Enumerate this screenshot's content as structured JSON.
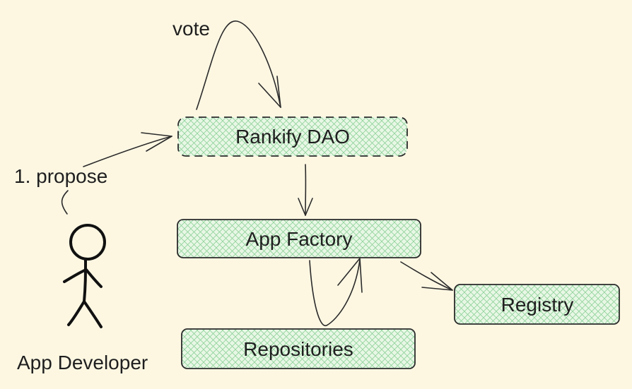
{
  "nodes": {
    "rankify_dao": "Rankify DAO",
    "app_factory": "App Factory",
    "registry": "Registry",
    "repositories": "Repositories"
  },
  "actor": {
    "label": "App Developer"
  },
  "edges": {
    "propose": "1. propose",
    "vote": "vote"
  },
  "colors": {
    "background": "#fdf7e2",
    "node_fill": "#e6f6e3",
    "node_hatch": "#8fd39a",
    "stroke": "#2b2b2b"
  }
}
